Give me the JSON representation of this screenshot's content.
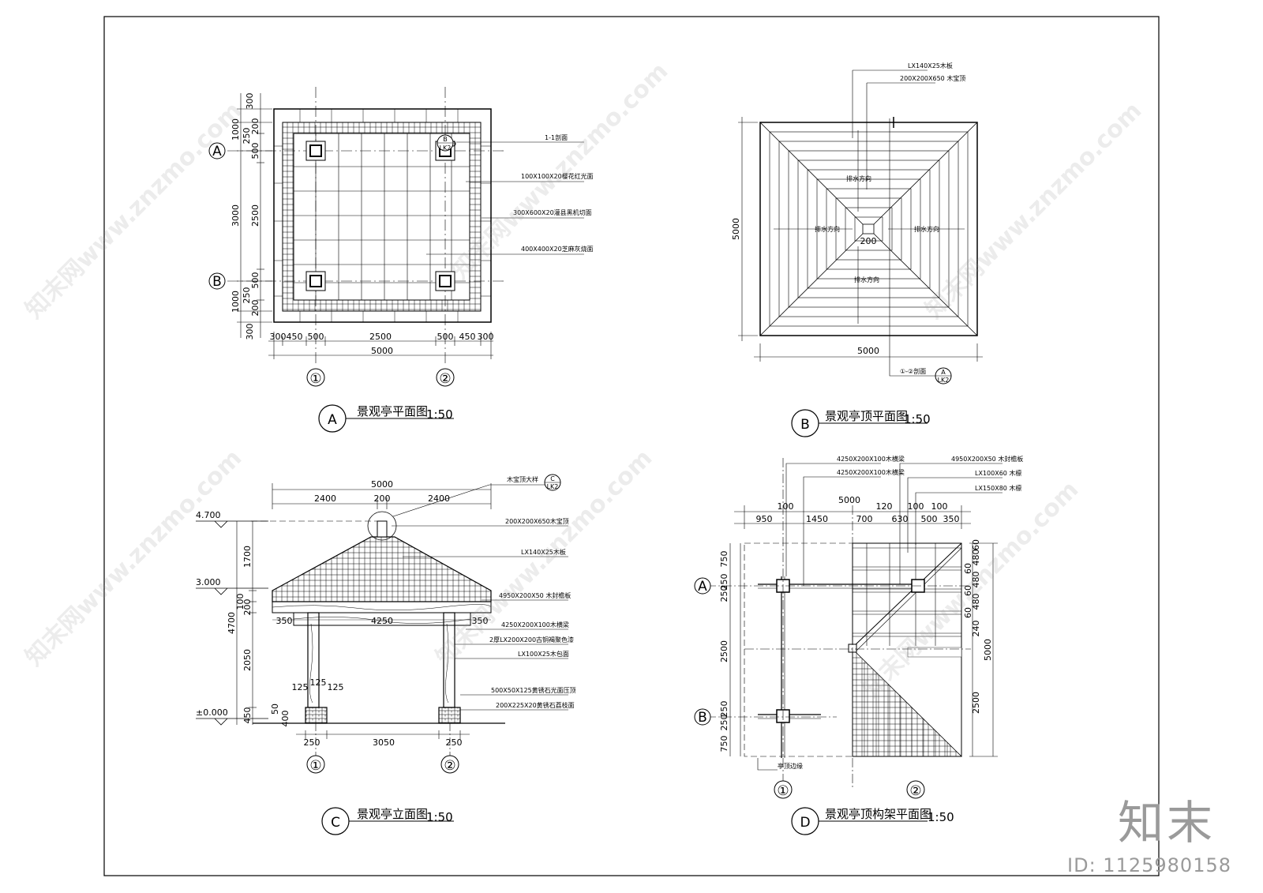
{
  "plan_a": {
    "badge": "A",
    "title": "景观亭平面图",
    "scale": "1:50",
    "axis_left": [
      "A",
      "B"
    ],
    "axis_bottom": [
      "①",
      "②"
    ],
    "dims_left_outer": [
      "300",
      "1000",
      "3000",
      "1000",
      "300"
    ],
    "dims_left_inner": [
      "200",
      "250",
      "500",
      "2500",
      "500",
      "250",
      "200"
    ],
    "dims_bottom": [
      "300",
      "450",
      "500",
      "2500",
      "500",
      "450",
      "300"
    ],
    "dim_total": "5000",
    "section_ref": "1-1剖面",
    "section_badge": "B",
    "section_sheet": "LK2",
    "notes": [
      "100X100X20樱花红光面",
      "300X600X20灌县黑机切面",
      "400X400X20芝麻灰烧面"
    ]
  },
  "plan_b": {
    "badge": "B",
    "title": "景观亭顶平面图",
    "scale": "1:50",
    "notes": [
      "LX140X25木板",
      "200X200X650 木宝顶"
    ],
    "dim_side": "5000",
    "dim_bottom": "5000",
    "dim_center": "200",
    "slope_label": "排水方向",
    "section_ref": "①-②剖面",
    "section_badge": "A",
    "section_sheet": "LK2"
  },
  "elev_c": {
    "badge": "C",
    "title": "景观亭立面图",
    "scale": "1:50",
    "ref_note": "木宝顶大样",
    "ref_badge": "C",
    "ref_sheet": "LK2",
    "levels": [
      "4.700",
      "3.000",
      "±0.000"
    ],
    "dims_top": [
      "5000",
      "2400",
      "200",
      "2400"
    ],
    "dims_left": [
      "1700",
      "100",
      "200",
      "4700",
      "2050",
      "450",
      "50",
      "400"
    ],
    "dims_mid": [
      "350",
      "4250",
      "350",
      "125",
      "125",
      "125"
    ],
    "dims_bottom": [
      "250",
      "3050",
      "250"
    ],
    "axis_bottom": [
      "①",
      "②"
    ],
    "notes": [
      "200X200X650木宝顶",
      "LX140X25木板",
      "4950X200X50  木封檐板",
      "4250X200X100木横梁",
      "2厚LX200X200古铜褐聚色漆",
      "LX100X25木包面",
      "500X50X125黄锈石光面压顶",
      "200X225X20黄锈石荔枝面"
    ]
  },
  "frame_d": {
    "badge": "D",
    "title": "景观亭顶构架平面图",
    "scale": "1:50",
    "notes_left": [
      "4250X200X100木横梁",
      "4250X200X100木横梁"
    ],
    "notes_right": [
      "4950X200X50  木封檐板",
      "LX100X60  木檩",
      "LX150X80  木檩"
    ],
    "dim_total_top": "5000",
    "dims_top": [
      "950",
      "100",
      "1450",
      "700",
      "120",
      "630",
      "100",
      "500",
      "350",
      "100"
    ],
    "dims_left": [
      "750",
      "250",
      "250",
      "2500",
      "250",
      "250",
      "750"
    ],
    "dims_right": [
      "60",
      "480",
      "60",
      "480",
      "60",
      "480",
      "60",
      "240",
      "2500",
      "5000"
    ],
    "axis_left": [
      "A",
      "B"
    ],
    "axis_bottom": [
      "①",
      "②"
    ],
    "small_note": "亭顶边缘"
  },
  "brand": "知末",
  "image_id": "ID: 1125980158",
  "watermark": "知末网www.znzmo.com"
}
